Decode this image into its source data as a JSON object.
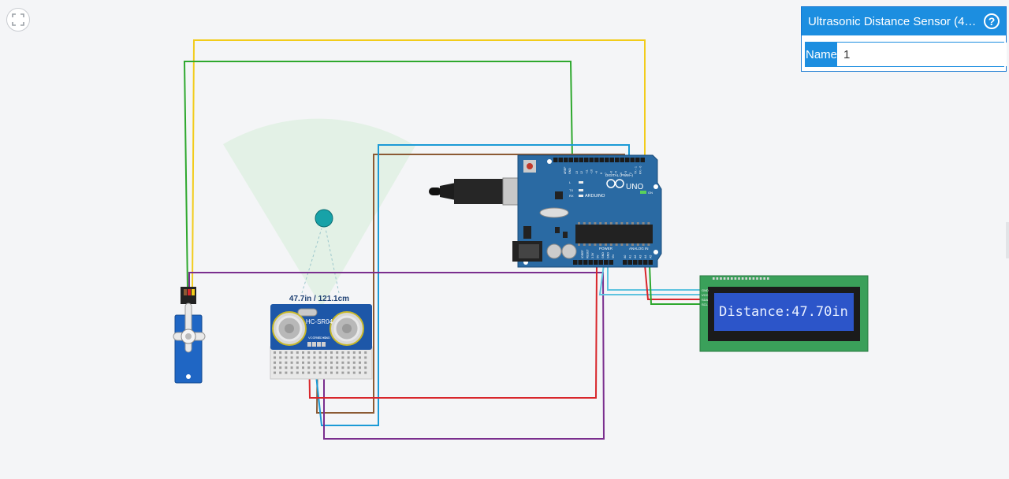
{
  "properties_panel": {
    "title": "Ultrasonic Distance Sensor (4…",
    "help_symbol": "?",
    "name_label": "Name",
    "name_value": "1"
  },
  "sensor": {
    "reading": "47.7in / 121.1cm",
    "model": "HC-SR04",
    "pins": [
      "VCC",
      "TRIG",
      "ECHO",
      "GND"
    ]
  },
  "lcd": {
    "text": "Distance:47.70in",
    "pins": [
      "GND",
      "VCC",
      "SDA",
      "SCL"
    ]
  },
  "arduino": {
    "brand": "ARDUINO",
    "model": "UNO",
    "on_label": "ON",
    "digital_label": "DIGITAL (PWM~)",
    "power_label": "POWER",
    "analog_label": "ANALOG IN",
    "aref": "AREF",
    "gnd": "GND",
    "digital_pins": [
      "13",
      "12",
      "~11",
      "~10",
      "~9",
      "8",
      "7",
      "~6",
      "~5",
      "4",
      "~3",
      "2",
      "TX→1",
      "RX←0"
    ],
    "power_pins": [
      "IOREF",
      "RESET",
      "3.3V",
      "5V",
      "GND",
      "GND",
      "Vin"
    ],
    "analog_pins": [
      "A0",
      "A1",
      "A2",
      "A3",
      "A4",
      "A5"
    ],
    "led_labels": [
      "L",
      "TX",
      "RX"
    ]
  },
  "colors": {
    "board": "#2a6aa3",
    "wire_yellow": "#f2cc1b",
    "wire_green": "#2ea82e",
    "wire_brown": "#8b5a34",
    "wire_blue": "#1b9ad6",
    "wire_purple": "#7a2e8e",
    "wire_red": "#d8262b",
    "wire_lightblue": "#5fc3df",
    "lcd_screen": "#2c55c9",
    "lcd_pcb": "#3aa05a",
    "accent": "#1c8ee0"
  },
  "icons": {
    "fit": "fit-to-view-icon",
    "help": "help-icon"
  }
}
